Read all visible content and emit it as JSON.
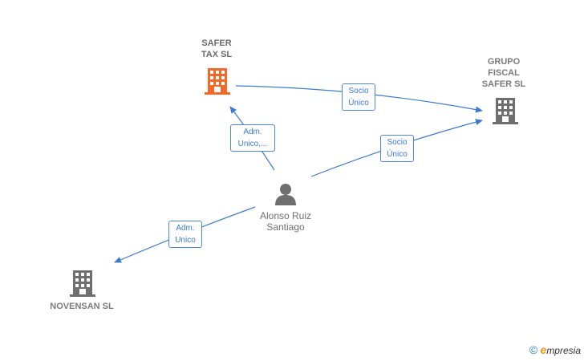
{
  "nodes": {
    "safer_tax": {
      "line1": "SAFER",
      "line2": "TAX  SL",
      "color": "#f26a2a"
    },
    "grupo_fiscal": {
      "line1": "GRUPO",
      "line2": "FISCAL",
      "line3": "SAFER SL",
      "color": "#6f6f6f"
    },
    "novensan": {
      "line1": "NOVENSAN  SL",
      "color": "#6f6f6f"
    },
    "person": {
      "line1": "Alonso Ruiz",
      "line2": "Santiago",
      "color": "#6f6f6f"
    }
  },
  "edges": {
    "e1": {
      "line1": "Socio",
      "line2": "Único"
    },
    "e2": {
      "line1": "Adm.",
      "line2": "Unico,..."
    },
    "e3": {
      "line1": "Socio",
      "line2": "Único"
    },
    "e4": {
      "line1": "Adm.",
      "line2": "Unico"
    }
  },
  "edge_color": "#3b7bd1",
  "footer": {
    "copyright": "©",
    "brand_initial": "e",
    "brand_rest": "mpresia"
  }
}
